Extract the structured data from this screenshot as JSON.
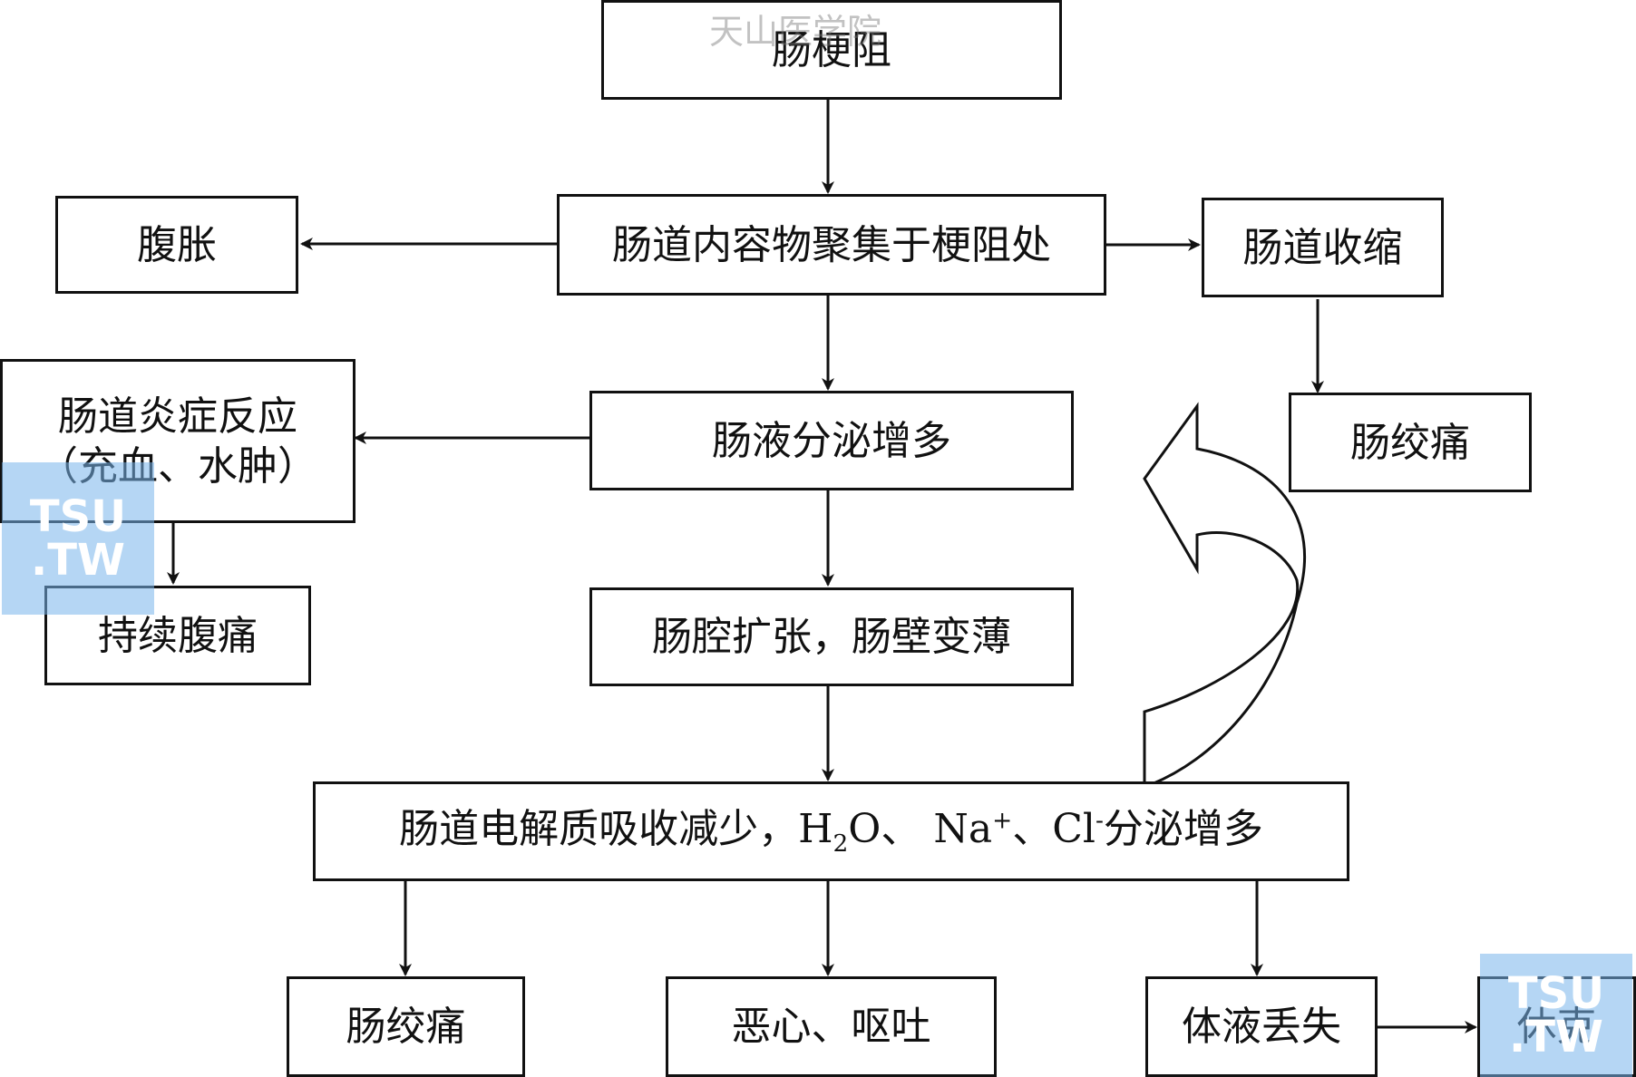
{
  "watermarks": {
    "top_text": "天山医学院",
    "badge_line1": "TSU",
    "badge_line2": ".TW"
  },
  "nodes": {
    "obstruction": "肠梗阻",
    "accumulation": "肠道内容物聚集于梗阻处",
    "distension": "腹胀",
    "contraction": "肠道收缩",
    "colic_top": "肠绞痛",
    "secretion": "肠液分泌增多",
    "inflammation_line1": "肠道炎症反应",
    "inflammation_line2": "（充血、水肿）",
    "persistent_pain": "持续腹痛",
    "dilation": "肠腔扩张，肠壁变薄",
    "electrolyte_prefix": "肠道电解质吸收减少，H",
    "electrolyte_h2o_sub": "2",
    "electrolyte_mid1": "O、 Na",
    "electrolyte_na_sup": "+",
    "electrolyte_mid2": "、Cl",
    "electrolyte_cl_sup": "-",
    "electrolyte_suffix": "分泌增多",
    "colic_bottom": "肠绞痛",
    "vomiting": "恶心、呕吐",
    "fluid_loss": "体液丢失",
    "shock": "休克"
  }
}
